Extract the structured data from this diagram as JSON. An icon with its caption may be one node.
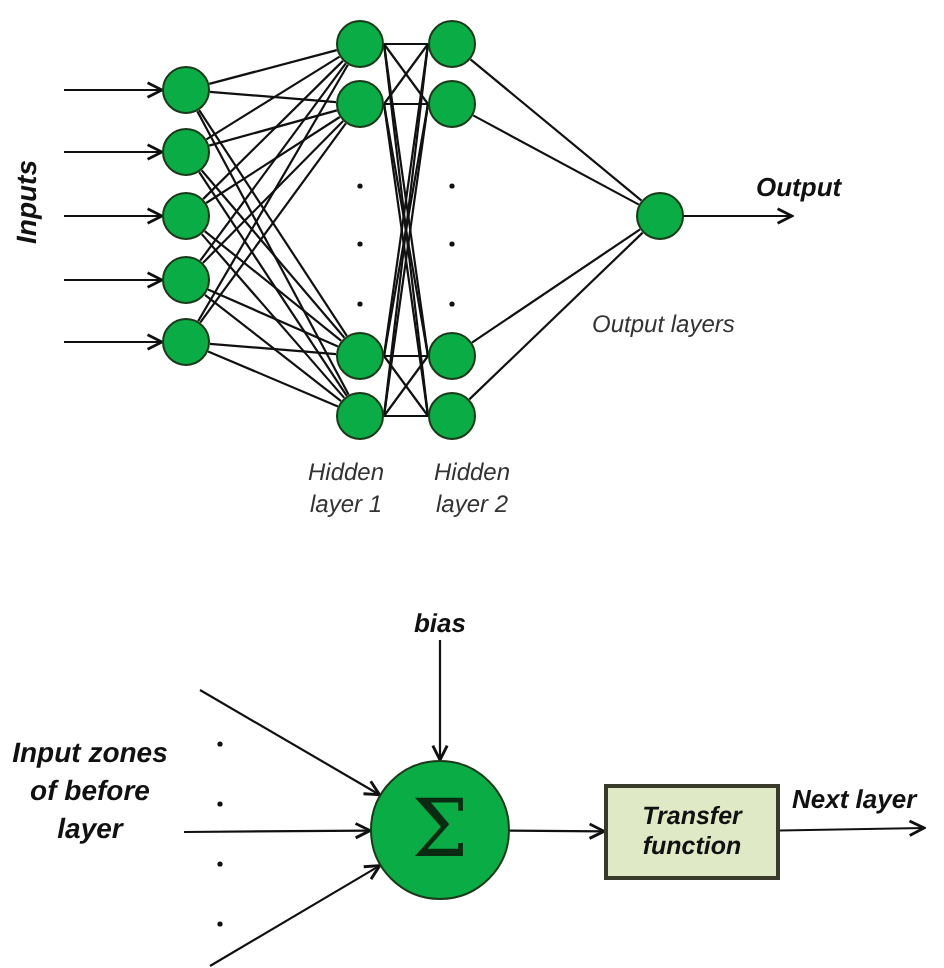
{
  "diagram": {
    "nodes": [
      {
        "text": [],
        "shape": "circle"
      },
      {
        "text": [],
        "shape": "circle"
      },
      {
        "text": [],
        "shape": "circle"
      },
      {
        "text": [],
        "shape": "circle"
      },
      {
        "text": [],
        "shape": "circle"
      },
      {
        "text": [],
        "shape": "circle"
      },
      {
        "text": [],
        "shape": "circle"
      },
      {
        "text": [],
        "shape": "circle"
      },
      {
        "text": [],
        "shape": "circle"
      },
      {
        "text": [],
        "shape": "circle"
      },
      {
        "text": [],
        "shape": "circle"
      },
      {
        "text": [],
        "shape": "circle"
      },
      {
        "text": [],
        "shape": "circle"
      },
      {
        "text": [],
        "shape": "circle"
      },
      {
        "text": [
          "bias"
        ]
      },
      {
        "text": [
          "Σ"
        ]
      },
      {
        "text": [
          "Transfer function"
        ]
      }
    ],
    "edges": [
      {
        "from": null,
        "to": 0,
        "arrow": "to"
      },
      {
        "from": null,
        "to": 1,
        "arrow": "to"
      },
      {
        "from": null,
        "to": 2,
        "arrow": "to"
      },
      {
        "from": null,
        "to": 3,
        "arrow": "to"
      },
      {
        "from": null,
        "to": 4,
        "arrow": "to"
      },
      {
        "from": 0,
        "to": 5,
        "arrow": "none"
      },
      {
        "from": 0,
        "to": 6,
        "arrow": "none"
      },
      {
        "from": 0,
        "to": 7,
        "arrow": "none"
      },
      {
        "from": 0,
        "to": 8,
        "arrow": "none"
      },
      {
        "from": 1,
        "to": 5,
        "arrow": "none"
      },
      {
        "from": 1,
        "to": 6,
        "arrow": "none"
      },
      {
        "from": 1,
        "to": 7,
        "arrow": "none"
      },
      {
        "from": 1,
        "to": 8,
        "arrow": "none"
      },
      {
        "from": 2,
        "to": 5,
        "arrow": "none"
      },
      {
        "from": 2,
        "to": 6,
        "arrow": "none"
      },
      {
        "from": 2,
        "to": 7,
        "arrow": "none"
      },
      {
        "from": 2,
        "to": 8,
        "arrow": "none"
      },
      {
        "from": 3,
        "to": 5,
        "arrow": "none"
      },
      {
        "from": 3,
        "to": 6,
        "arrow": "none"
      },
      {
        "from": 3,
        "to": 7,
        "arrow": "none"
      },
      {
        "from": 3,
        "to": 8,
        "arrow": "none"
      },
      {
        "from": 4,
        "to": 5,
        "arrow": "none"
      },
      {
        "from": 4,
        "to": 6,
        "arrow": "none"
      },
      {
        "from": 4,
        "to": 7,
        "arrow": "none"
      },
      {
        "from": 4,
        "to": 8,
        "arrow": "none"
      },
      {
        "from": 5,
        "to": 9,
        "arrow": "none"
      },
      {
        "from": 5,
        "to": 10,
        "arrow": "none"
      },
      {
        "from": 5,
        "to": 11,
        "arrow": "none"
      },
      {
        "from": 5,
        "to": 12,
        "arrow": "none"
      },
      {
        "from": 6,
        "to": 9,
        "arrow": "none"
      },
      {
        "from": 6,
        "to": 10,
        "arrow": "none"
      },
      {
        "from": 6,
        "to": 11,
        "arrow": "none"
      },
      {
        "from": 6,
        "to": 12,
        "arrow": "none"
      },
      {
        "from": 7,
        "to": 9,
        "arrow": "none"
      },
      {
        "from": 7,
        "to": 10,
        "arrow": "none"
      },
      {
        "from": 7,
        "to": 11,
        "arrow": "none"
      },
      {
        "from": 7,
        "to": 12,
        "arrow": "none"
      },
      {
        "from": 8,
        "to": 9,
        "arrow": "none"
      },
      {
        "from": 8,
        "to": 10,
        "arrow": "none"
      },
      {
        "from": 8,
        "to": 11,
        "arrow": "none"
      },
      {
        "from": 8,
        "to": 12,
        "arrow": "none"
      },
      {
        "from": 9,
        "to": 13,
        "arrow": "none"
      },
      {
        "from": 10,
        "to": 13,
        "arrow": "none"
      },
      {
        "from": 11,
        "to": 13,
        "arrow": "none"
      },
      {
        "from": 12,
        "to": 13,
        "arrow": "none"
      },
      {
        "from": 13,
        "to": null,
        "arrow": "to",
        "label": "Output"
      },
      {
        "from": 14,
        "to": 15,
        "arrow": "to"
      },
      {
        "from": null,
        "to": 15,
        "arrow": "to"
      },
      {
        "from": null,
        "to": 15,
        "arrow": "to"
      },
      {
        "from": null,
        "to": 15,
        "arrow": "to"
      },
      {
        "from": 15,
        "to": 16,
        "arrow": "to"
      },
      {
        "from": 16,
        "to": null,
        "arrow": "to",
        "label": "Next layer"
      }
    ],
    "labels": [
      "Inputs",
      "Output layers",
      "Hidden layer 1",
      "Hidden layer 2",
      "Input zones of before layer"
    ]
  }
}
